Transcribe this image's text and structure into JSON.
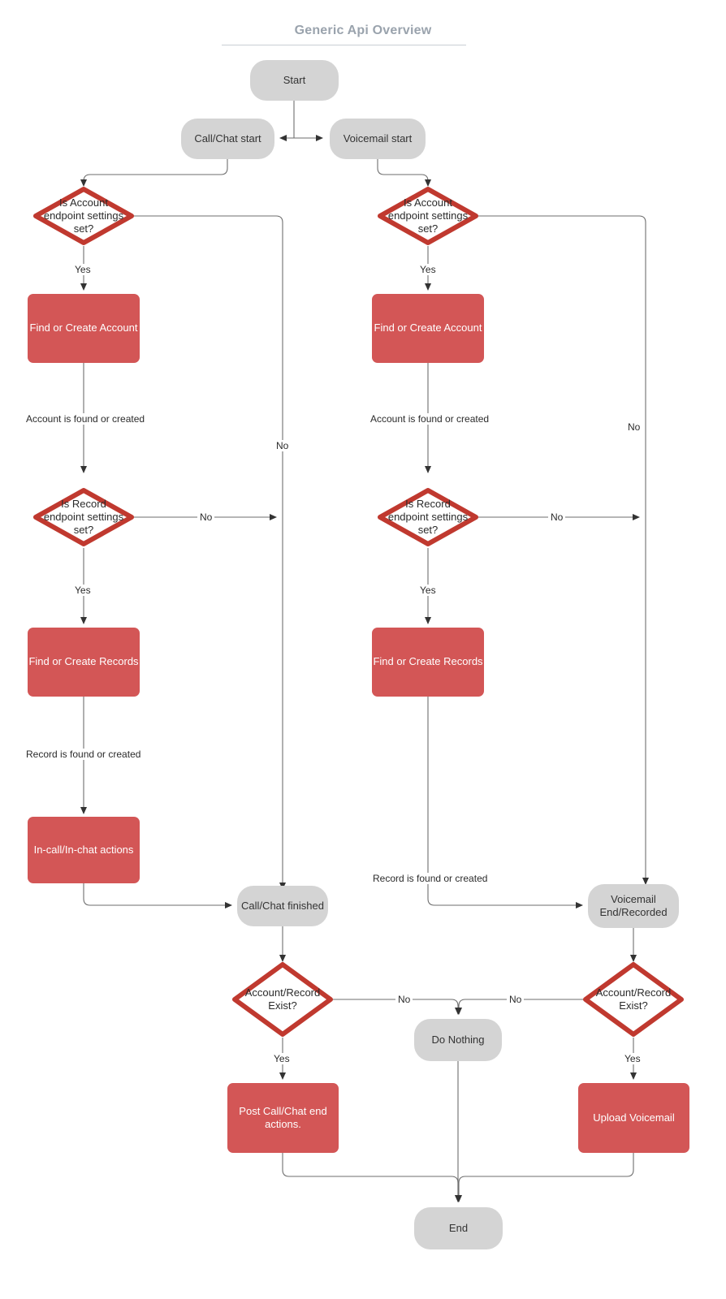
{
  "title": "Generic Api Overview",
  "colors": {
    "terminal_fill": "#d4d4d4",
    "process_fill": "#d35656",
    "decision_stroke": "#c0392f",
    "edge_stroke": "#6e6e6e",
    "title_color": "#9aa3ad",
    "text_dark": "#2b2b2b",
    "text_light": "#ffffff"
  },
  "chart_data": {
    "type": "diagram",
    "title": "Generic Api Overview",
    "nodes": [
      {
        "id": "start",
        "label": "Start",
        "shape": "terminal"
      },
      {
        "id": "call_chat_start",
        "label": "Call/Chat start",
        "shape": "terminal"
      },
      {
        "id": "voicemail_start",
        "label": "Voicemail start",
        "shape": "terminal"
      },
      {
        "id": "acct_ep_left",
        "label": "Is Account\nendpoint settings\nset?",
        "shape": "decision"
      },
      {
        "id": "acct_ep_right",
        "label": "Is Account\nendpoint settings\nset?",
        "shape": "decision"
      },
      {
        "id": "find_acct_left",
        "label": "Find or Create Account",
        "shape": "process"
      },
      {
        "id": "find_acct_right",
        "label": "Find or Create Account",
        "shape": "process"
      },
      {
        "id": "rec_ep_left",
        "label": "Is Record\nendpoint settings\nset?",
        "shape": "decision"
      },
      {
        "id": "rec_ep_right",
        "label": "Is Record\nendpoint settings\nset?",
        "shape": "decision"
      },
      {
        "id": "find_rec_left",
        "label": "Find or Create Records",
        "shape": "process"
      },
      {
        "id": "find_rec_right",
        "label": "Find or Create Records",
        "shape": "process"
      },
      {
        "id": "in_call_actions",
        "label": "In-call/In-chat actions",
        "shape": "process"
      },
      {
        "id": "call_chat_finished",
        "label": "Call/Chat finished",
        "shape": "terminal"
      },
      {
        "id": "voicemail_end",
        "label": "Voicemail\nEnd/Recorded",
        "shape": "terminal"
      },
      {
        "id": "exist_left",
        "label": "Account/Record\nExist?",
        "shape": "decision"
      },
      {
        "id": "exist_right",
        "label": "Account/Record\nExist?",
        "shape": "decision"
      },
      {
        "id": "do_nothing",
        "label": "Do Nothing",
        "shape": "terminal"
      },
      {
        "id": "post_call_actions",
        "label": "Post Call/Chat end\nactions.",
        "shape": "process"
      },
      {
        "id": "upload_voicemail",
        "label": "Upload Voicemail",
        "shape": "process"
      },
      {
        "id": "end",
        "label": "End",
        "shape": "terminal"
      }
    ],
    "edges": [
      {
        "from": "start",
        "to": "call_chat_start",
        "label": ""
      },
      {
        "from": "start",
        "to": "voicemail_start",
        "label": ""
      },
      {
        "from": "call_chat_start",
        "to": "acct_ep_left",
        "label": ""
      },
      {
        "from": "voicemail_start",
        "to": "acct_ep_right",
        "label": ""
      },
      {
        "from": "acct_ep_left",
        "to": "find_acct_left",
        "label": "Yes"
      },
      {
        "from": "acct_ep_left",
        "to": "call_chat_finished",
        "label": "No"
      },
      {
        "from": "acct_ep_right",
        "to": "find_acct_right",
        "label": "Yes"
      },
      {
        "from": "acct_ep_right",
        "to": "voicemail_end",
        "label": "No"
      },
      {
        "from": "find_acct_left",
        "to": "rec_ep_left",
        "label": "Account is found or created"
      },
      {
        "from": "find_acct_right",
        "to": "rec_ep_right",
        "label": "Account is found or created"
      },
      {
        "from": "rec_ep_left",
        "to": "find_rec_left",
        "label": "Yes"
      },
      {
        "from": "rec_ep_left",
        "to": "call_chat_finished",
        "label": "No"
      },
      {
        "from": "rec_ep_right",
        "to": "find_rec_right",
        "label": "Yes"
      },
      {
        "from": "rec_ep_right",
        "to": "voicemail_end",
        "label": "No"
      },
      {
        "from": "find_rec_left",
        "to": "in_call_actions",
        "label": "Record is found or created"
      },
      {
        "from": "find_rec_right",
        "to": "voicemail_end",
        "label": "Record is found or created"
      },
      {
        "from": "in_call_actions",
        "to": "call_chat_finished",
        "label": ""
      },
      {
        "from": "call_chat_finished",
        "to": "exist_left",
        "label": ""
      },
      {
        "from": "voicemail_end",
        "to": "exist_right",
        "label": ""
      },
      {
        "from": "exist_left",
        "to": "do_nothing",
        "label": "No"
      },
      {
        "from": "exist_right",
        "to": "do_nothing",
        "label": "No"
      },
      {
        "from": "exist_left",
        "to": "post_call_actions",
        "label": "Yes"
      },
      {
        "from": "exist_right",
        "to": "upload_voicemail",
        "label": "Yes"
      },
      {
        "from": "post_call_actions",
        "to": "end",
        "label": ""
      },
      {
        "from": "do_nothing",
        "to": "end",
        "label": ""
      },
      {
        "from": "upload_voicemail",
        "to": "end",
        "label": ""
      }
    ]
  },
  "edge_labels": {
    "yes_acct_left": "Yes",
    "yes_acct_right": "Yes",
    "no_acct_left": "No",
    "no_acct_right": "No",
    "acct_found_left": "Account is found or created",
    "acct_found_right": "Account is found or created",
    "yes_rec_left": "Yes",
    "yes_rec_right": "Yes",
    "no_rec_left": "No",
    "no_rec_right": "No",
    "rec_found_left": "Record is found or created",
    "rec_found_right": "Record is found or created",
    "no_exist_left": "No",
    "no_exist_right": "No",
    "yes_exist_left": "Yes",
    "yes_exist_right": "Yes"
  }
}
